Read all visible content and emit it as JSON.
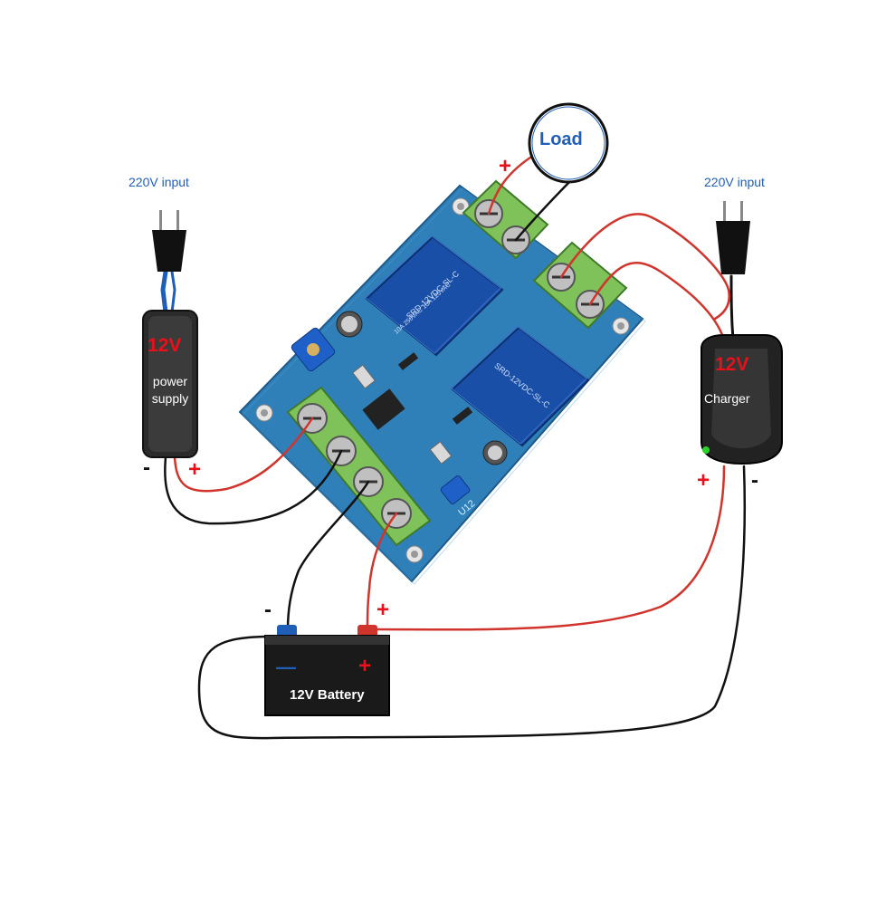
{
  "labels": {
    "input_left": "220V input",
    "input_right": "220V input",
    "load": "Load",
    "psu_voltage": "12V",
    "psu_line1": "power",
    "psu_line2": "supply",
    "charger_voltage": "12V",
    "charger_name": "Charger",
    "battery_name": "12V Battery",
    "plus": "+",
    "minus": "-",
    "battery_plus": "+",
    "battery_minus": "—"
  },
  "board_markings": {
    "relay_model": "SRD-12VDC-SL-C",
    "relay_rating": "10A 250VAC 10A 125VAC",
    "board_id": "U12"
  },
  "colors": {
    "wire_positive": "#d0342c",
    "wire_negative": "#111111",
    "pcb": "#2f7fb8",
    "relay": "#1a4fa8",
    "terminal": "#7fc25a",
    "accent": "#1f5fb8"
  }
}
